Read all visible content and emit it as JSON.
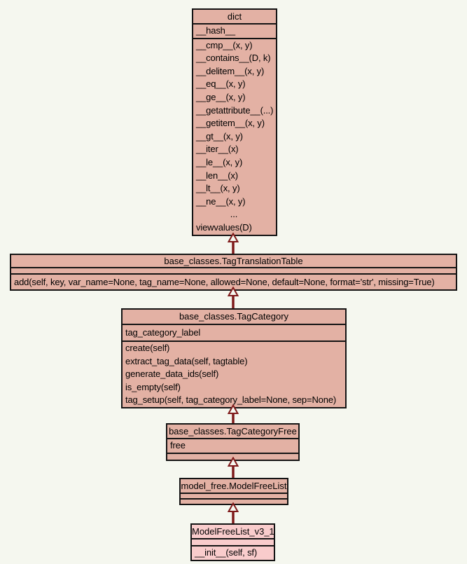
{
  "diagram": {
    "background_color": "#f5f7ef",
    "box_fill_color": "#e3b1a4",
    "highlight_fill_color": "#f9cccc",
    "border_color": "#141414",
    "arrow_color": "#7f1a1a",
    "classes": [
      {
        "title": "dict",
        "attributes": [
          "__hash__"
        ],
        "methods": [
          "__cmp__(x, y)",
          "__contains__(D, k)",
          "__delitem__(x, y)",
          "__eq__(x, y)",
          "__ge__(x, y)",
          "__getattribute__(...)",
          "__getitem__(x, y)",
          "__gt__(x, y)",
          "__iter__(x)",
          "__le__(x, y)",
          "__len__(x)",
          "__lt__(x, y)",
          "__ne__(x, y)",
          "...",
          "viewvalues(D)"
        ]
      },
      {
        "title": "base_classes.TagTranslationTable",
        "attributes": [],
        "methods": [
          "add(self, key, var_name=None, tag_name=None, allowed=None, default=None, format='str', missing=True)"
        ]
      },
      {
        "title": "base_classes.TagCategory",
        "attributes": [
          "tag_category_label"
        ],
        "methods": [
          "create(self)",
          "extract_tag_data(self, tagtable)",
          "generate_data_ids(self)",
          "is_empty(self)",
          "tag_setup(self, tag_category_label=None, sep=None)"
        ]
      },
      {
        "title": "base_classes.TagCategoryFree",
        "attributes": [
          "free"
        ],
        "methods": []
      },
      {
        "title": "model_free.ModelFreeList",
        "attributes": [],
        "methods": []
      },
      {
        "title": "ModelFreeList_v3_1",
        "attributes": [],
        "methods": [
          "__init__(self, sf)"
        ],
        "highlighted": true
      }
    ],
    "relations": [
      {
        "type": "inheritance",
        "from": "base_classes.TagTranslationTable",
        "to": "dict"
      },
      {
        "type": "inheritance",
        "from": "base_classes.TagCategory",
        "to": "base_classes.TagTranslationTable"
      },
      {
        "type": "inheritance",
        "from": "base_classes.TagCategoryFree",
        "to": "base_classes.TagCategory"
      },
      {
        "type": "inheritance",
        "from": "model_free.ModelFreeList",
        "to": "base_classes.TagCategoryFree"
      },
      {
        "type": "inheritance",
        "from": "ModelFreeList_v3_1",
        "to": "model_free.ModelFreeList"
      }
    ]
  }
}
